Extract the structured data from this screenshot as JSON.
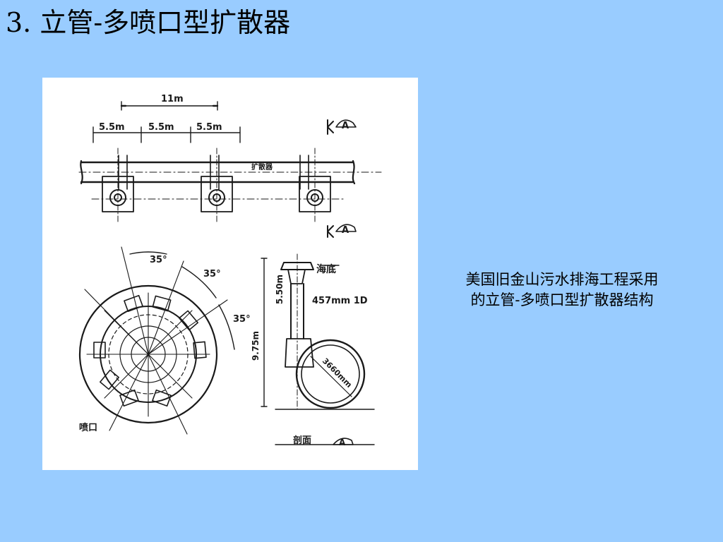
{
  "slide": {
    "title": "3. 立管-多喷口型扩散器"
  },
  "figure": {
    "labels": {
      "dim_total": "11m",
      "dim_segment_1": "5.5m",
      "dim_segment_2": "5.5m",
      "dim_segment_3": "5.5m",
      "pipe_label": "扩散器",
      "angle_1": "35°",
      "angle_2": "35°",
      "angle_3": "35°",
      "nozzle": "喷口",
      "seabed": "海底",
      "riser_height": "5.50m",
      "total_height": "9.75m",
      "riser_diameter": "457mm 1D",
      "pipe_diameter": "3660mm",
      "section_label": "剖面",
      "section_marker": "A"
    }
  },
  "caption": {
    "line1": "美国旧金山污水排海工程采用",
    "line2": "的立管-多喷口型扩散器结构"
  }
}
